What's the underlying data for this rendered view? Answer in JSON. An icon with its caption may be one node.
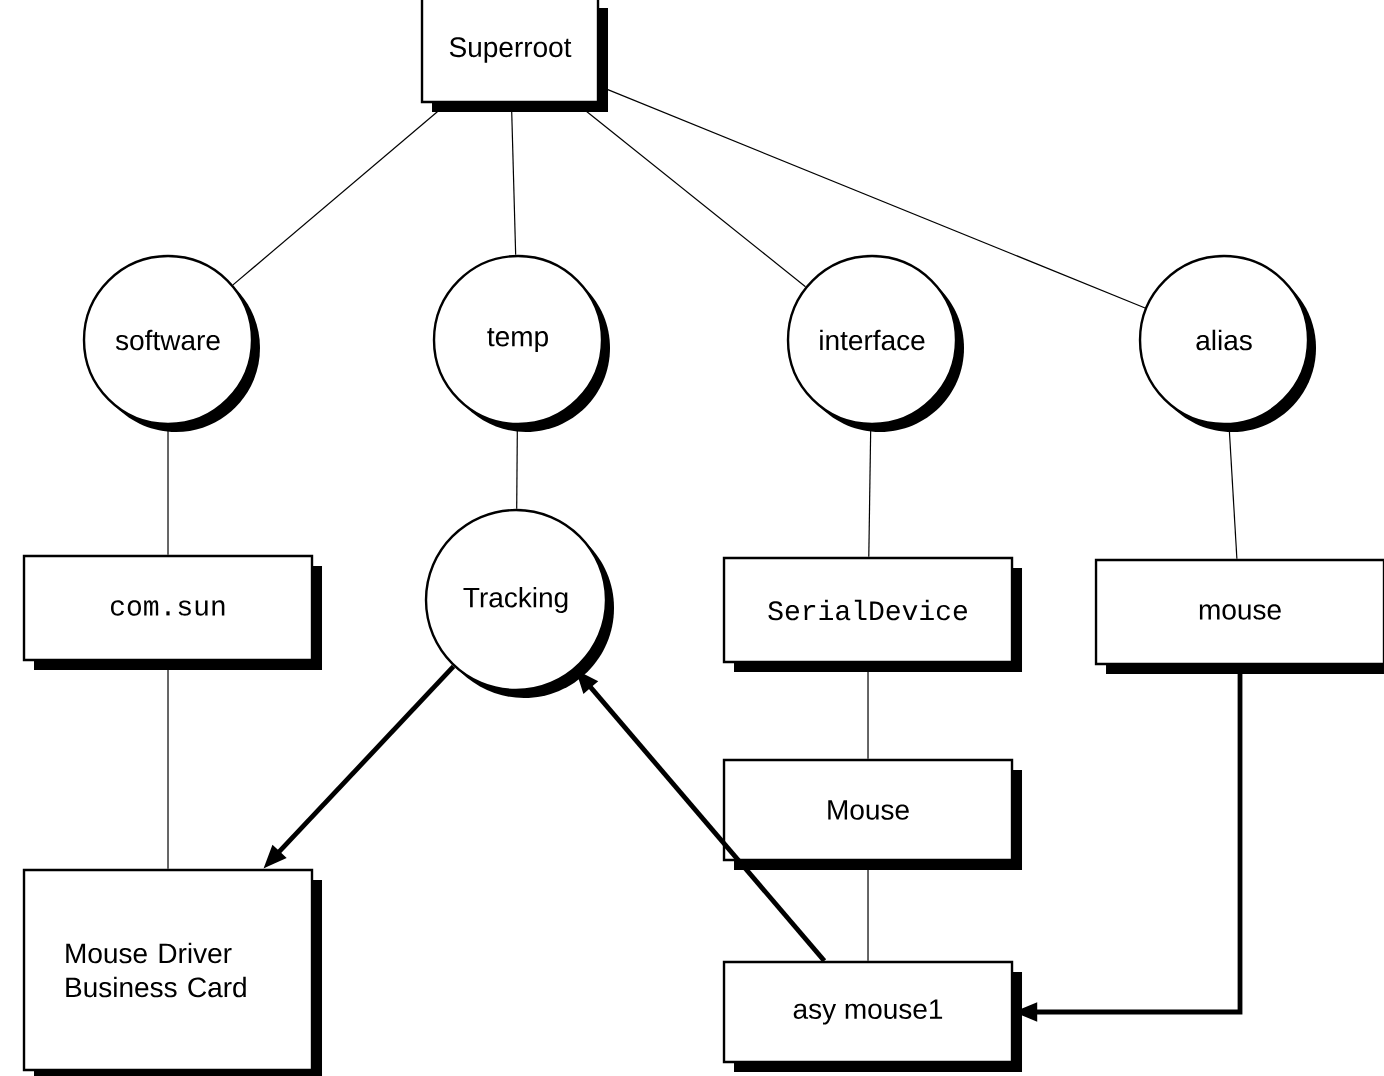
{
  "diagram": {
    "nodes": [
      {
        "text": [
          "Superroot"
        ]
      },
      {
        "text": [
          "software"
        ]
      },
      {
        "text": [
          "temp"
        ]
      },
      {
        "text": [
          "interface"
        ]
      },
      {
        "text": [
          "alias"
        ]
      },
      {
        "text": [
          "com.sun"
        ]
      },
      {
        "text": [
          "Tracking"
        ]
      },
      {
        "text": [
          "SerialDevice"
        ]
      },
      {
        "text": [
          "mouse"
        ]
      },
      {
        "text": [
          "Mouse"
        ]
      },
      {
        "text": [
          "Mouse Driver Business Card"
        ]
      },
      {
        "text": [
          "asy mouse1"
        ]
      }
    ],
    "edges": [
      {
        "from": 0,
        "to": 1,
        "arrow": "none"
      },
      {
        "from": 0,
        "to": 2,
        "arrow": "none"
      },
      {
        "from": 0,
        "to": 3,
        "arrow": "none"
      },
      {
        "from": 0,
        "to": 4,
        "arrow": "none"
      },
      {
        "from": 1,
        "to": 5,
        "arrow": "none"
      },
      {
        "from": 2,
        "to": 6,
        "arrow": "none"
      },
      {
        "from": 3,
        "to": 7,
        "arrow": "none"
      },
      {
        "from": 4,
        "to": 8,
        "arrow": "none"
      },
      {
        "from": 5,
        "to": 10,
        "arrow": "none"
      },
      {
        "from": 7,
        "to": 9,
        "arrow": "none"
      },
      {
        "from": 9,
        "to": 11,
        "arrow": "none"
      },
      {
        "from": 6,
        "to": 10,
        "arrow": "to",
        "style": "thick"
      },
      {
        "from": 11,
        "to": 6,
        "arrow": "to",
        "style": "thick"
      },
      {
        "from": 8,
        "to": 11,
        "arrow": "to",
        "style": "thick"
      }
    ]
  }
}
